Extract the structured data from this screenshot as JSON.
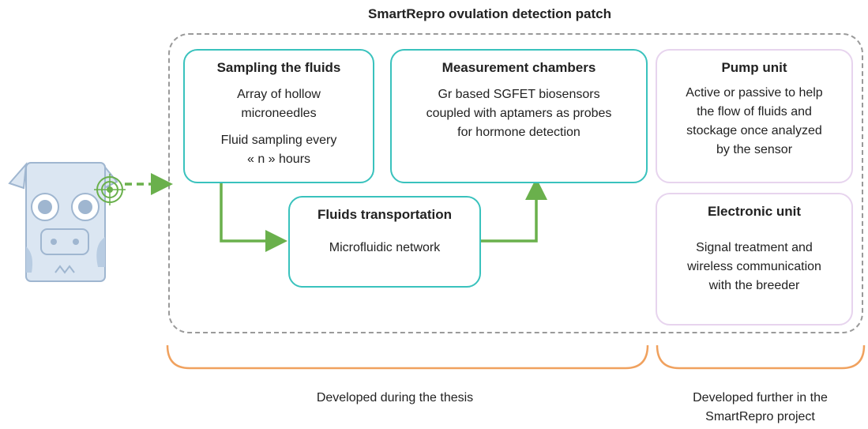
{
  "title": "SmartRepro  ovulation detection patch",
  "boxes": {
    "sampling": {
      "title": "Sampling the fluids",
      "lines": [
        "Array of hollow",
        "microneedles",
        "Fluid sampling every",
        "« n » hours"
      ]
    },
    "measurement": {
      "title": "Measurement chambers",
      "lines": [
        "Gr based SGFET biosensors",
        "coupled with aptamers as probes",
        "for hormone detection"
      ]
    },
    "transport": {
      "title": "Fluids transportation",
      "lines": [
        "Microfluidic network"
      ]
    },
    "pump": {
      "title": "Pump unit",
      "lines": [
        "Active or passive to help",
        "the flow of fluids and",
        "stockage once analyzed",
        "by  the sensor"
      ]
    },
    "electronic": {
      "title": "Electronic unit",
      "lines": [
        "Signal treatment and",
        "wireless communication",
        "with the breeder"
      ]
    }
  },
  "braces": {
    "thesis": "Developed  during the thesis",
    "project_line1": "Developed  further in the",
    "project_line2": "SmartRepro  project"
  },
  "colors": {
    "teal_border": "#39c2bd",
    "pending_border": "#e7d4ee",
    "arrow_green": "#6ab04c",
    "brace_orange": "#f0a15e",
    "dashed_gray": "#9a9a9a",
    "cow_fill": "#dbe6f2",
    "cow_stroke": "#9fb6d0"
  },
  "icons": [
    "cow-icon",
    "target-icon"
  ]
}
